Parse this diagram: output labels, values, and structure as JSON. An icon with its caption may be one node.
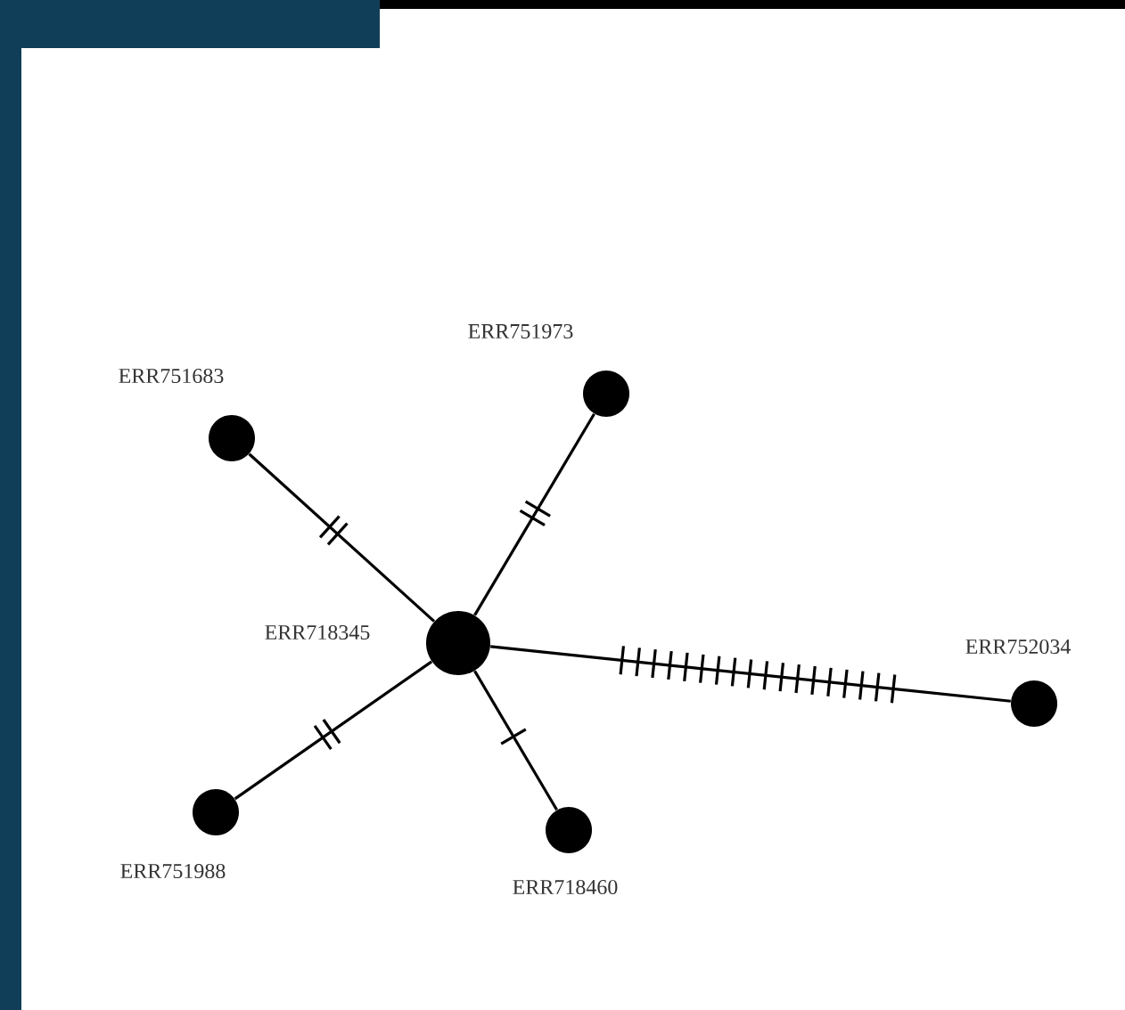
{
  "diagram": {
    "nodes": [
      {
        "text": [],
        "shape": "circle",
        "beside": [
          "ERR718345"
        ]
      },
      {
        "text": [],
        "shape": "circle",
        "beside": [
          "ERR751683"
        ]
      },
      {
        "text": [],
        "shape": "circle",
        "beside": [
          "ERR751973"
        ]
      },
      {
        "text": [],
        "shape": "circle",
        "beside": [
          "ERR752034"
        ]
      },
      {
        "text": [],
        "shape": "circle",
        "beside": [
          "ERR751988"
        ]
      },
      {
        "text": [],
        "shape": "circle",
        "beside": [
          "ERR718460"
        ]
      }
    ],
    "edges": [
      {
        "from": 0,
        "to": 1,
        "arrow": "none"
      },
      {
        "from": 0,
        "to": 2,
        "arrow": "none"
      },
      {
        "from": 0,
        "to": 3,
        "arrow": "none"
      },
      {
        "from": 0,
        "to": 4,
        "arrow": "none"
      },
      {
        "from": 0,
        "to": 5,
        "arrow": "none"
      }
    ]
  }
}
